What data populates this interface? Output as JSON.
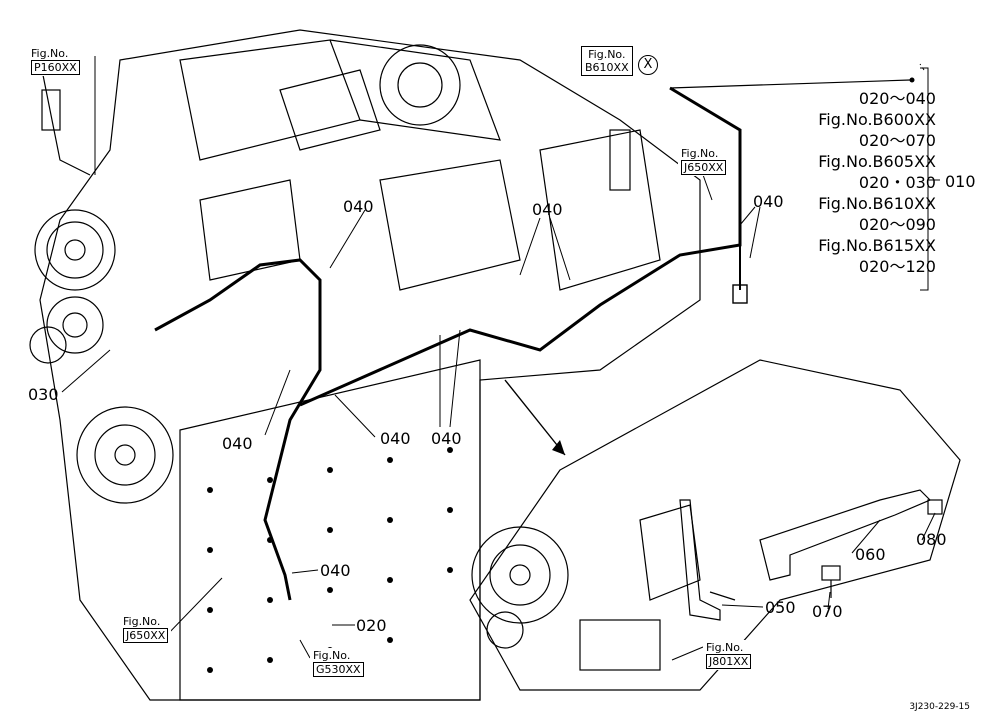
{
  "figure_refs": {
    "p160": {
      "line1": "Fig.No.",
      "line2": "P160XX"
    },
    "b610": {
      "line1": "Fig.No.",
      "line2": "B610XX"
    },
    "j650_right": {
      "line1": "Fig.No.",
      "line2": "J650XX"
    },
    "j650_left": {
      "line1": "Fig.No.",
      "line2": "J650XX"
    },
    "g530": {
      "line1": "Fig.No.",
      "line2": "G530XX"
    },
    "j801": {
      "line1": "Fig.No.",
      "line2": "J801XX"
    }
  },
  "callout_x": "X",
  "part_labels": {
    "p040_a": "040",
    "p040_b": "040",
    "p040_c": "040",
    "p040_d": "040",
    "p040_e": "040",
    "p040_f": "040",
    "p040_g": "040",
    "p030": "030",
    "p020": "020",
    "p050": "050",
    "p060": "060",
    "p070": "070",
    "p080": "080",
    "p010": "010"
  },
  "bracket_list": [
    "020～040",
    "Fig.No.B600XX",
    "020～070",
    "Fig.No.B605XX",
    "020・030",
    "Fig.No.B610XX",
    "020～090",
    "Fig.No.B615XX",
    "020～120"
  ],
  "drawing_code": "3J230-229-15"
}
